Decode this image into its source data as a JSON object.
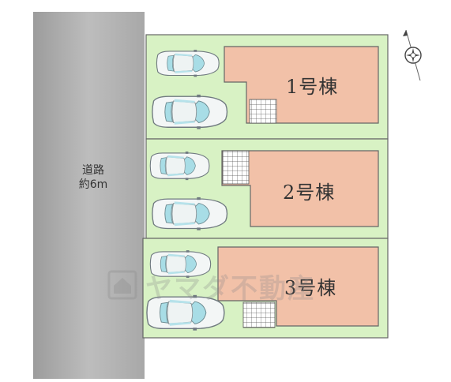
{
  "road": {
    "line1": "道路",
    "line2": "約6m"
  },
  "buildings": [
    {
      "label": "1号棟"
    },
    {
      "label": "2号棟"
    },
    {
      "label": "3号棟"
    }
  ],
  "watermark": {
    "text": "ヤマダ不動産"
  },
  "colors": {
    "road": "#b0b0b0",
    "lot": "#d8f2c4",
    "building": "#f2c1a8",
    "line": "#666666"
  }
}
